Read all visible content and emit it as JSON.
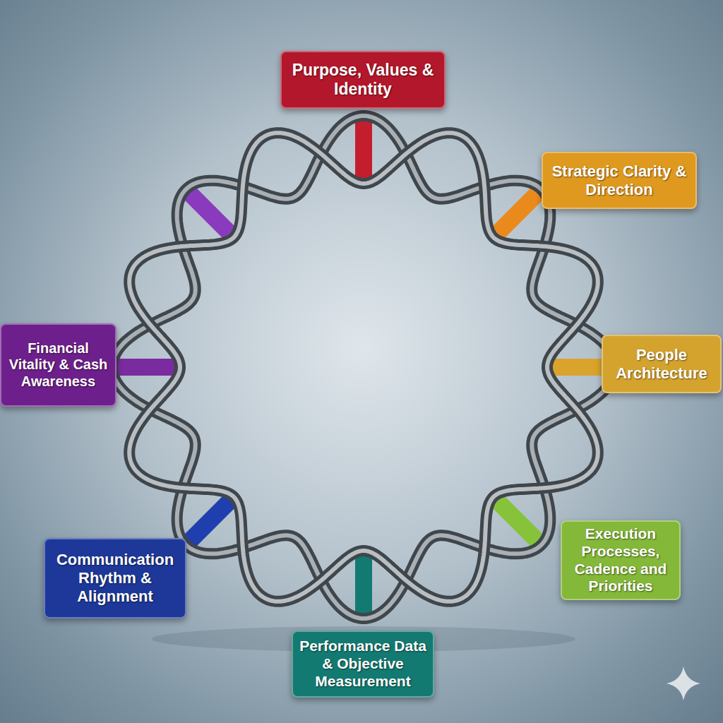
{
  "diagram": {
    "nodes": [
      {
        "text": [
          "Purpose, Values & Identity"
        ]
      },
      {
        "text": [
          "Strategic Clarity & Direction"
        ]
      },
      {
        "text": [
          "Financial Vitality & Cash Awareness"
        ]
      },
      {
        "text": [
          "People Architecture"
        ]
      },
      {
        "text": [
          "Communication Rhythm & Alignment"
        ]
      },
      {
        "text": [
          "Execution Processes, Cadence and Priorities"
        ]
      },
      {
        "text": [
          "Performance Data & Objective Measurement"
        ]
      }
    ]
  }
}
